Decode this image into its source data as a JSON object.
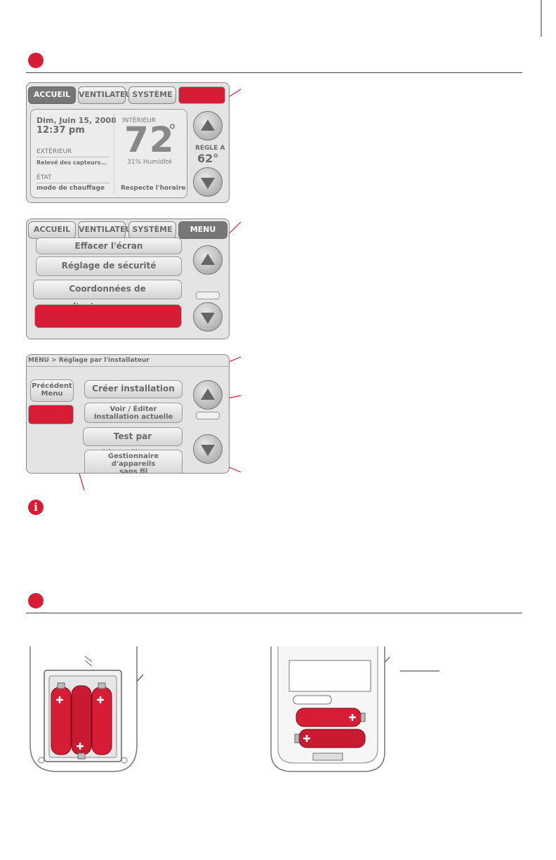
{
  "screen1": {
    "tabs": [
      "ACCUEIL",
      "VENTILATEUR",
      "SYSTÈME"
    ],
    "date": "Dim, Juin 15, 2008",
    "time": "12:37 pm",
    "outdoor_label": "EXTÉRIEUR",
    "outdoor_value": "Relevé des capteurs...",
    "state_label": "ÉTAT",
    "state_value": "mode de chauffage",
    "indoor_label": "INTÉRIEUR",
    "indoor_temp": "72",
    "degree": "°",
    "humidity": "31% Humidité",
    "schedule": "Respecte l'horaire",
    "setpoint_label": "REGLE A",
    "setpoint_value": "62°"
  },
  "screen2": {
    "tabs": [
      "ACCUEIL",
      "VENTILATEUR",
      "SYSTÈME",
      "MENU"
    ],
    "items": [
      "Effacer l'écran",
      "Réglage de sécurité",
      "Coordonnées de l'entrepreneur"
    ]
  },
  "screen3": {
    "breadcrumb": "MENU > Réglage par l'installateur",
    "back_line1": "Précédent",
    "back_line2": "Menu",
    "items": [
      "Créer installation",
      "Voir / Éditer",
      "Installation actuelle",
      "Test par l'installateur",
      "Gestionnaire d'appareils",
      "sans fil"
    ]
  },
  "colors": {
    "accent": "#d71d36",
    "panel": "#e4e4e4",
    "tab_active": "#777777"
  },
  "icons": [
    "section-marker-icon",
    "info-icon",
    "arrow-up-icon",
    "arrow-down-icon",
    "battery-plus-icon"
  ]
}
